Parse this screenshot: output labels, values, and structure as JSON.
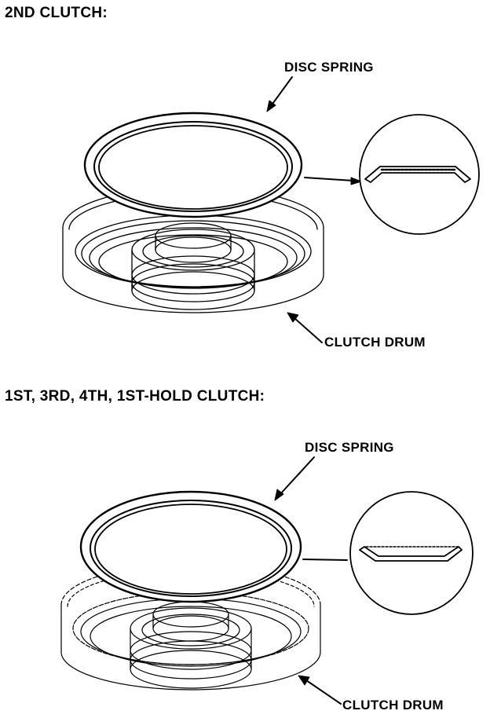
{
  "sections": [
    {
      "heading": "2ND CLUTCH:",
      "disc_spring_label": "DISC SPRING",
      "clutch_drum_label": "CLUTCH DRUM"
    },
    {
      "heading": "1ST, 3RD, 4TH, 1ST-HOLD CLUTCH:",
      "disc_spring_label": "DISC SPRING",
      "clutch_drum_label": "CLUTCH DRUM"
    }
  ],
  "colors": {
    "ink": "#000000",
    "paper": "#ffffff"
  }
}
